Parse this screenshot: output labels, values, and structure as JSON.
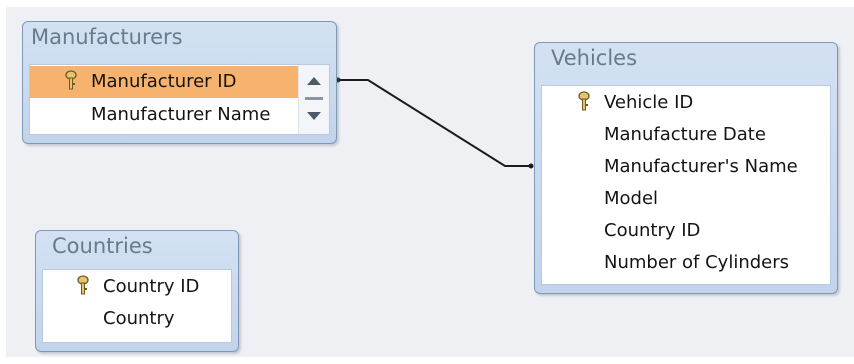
{
  "tables": {
    "manufacturers": {
      "title": "Manufacturers",
      "fields": [
        {
          "label": "Manufacturer ID",
          "primary_key": true,
          "selected": true
        },
        {
          "label": "Manufacturer Name",
          "primary_key": false,
          "selected": false
        }
      ]
    },
    "vehicles": {
      "title": "Vehicles",
      "fields": [
        {
          "label": "Vehicle ID",
          "primary_key": true
        },
        {
          "label": "Manufacture Date",
          "primary_key": false
        },
        {
          "label": "Manufacturer's Name",
          "primary_key": false
        },
        {
          "label": "Model",
          "primary_key": false
        },
        {
          "label": "Country ID",
          "primary_key": false
        },
        {
          "label": "Number of Cylinders",
          "primary_key": false
        }
      ]
    },
    "countries": {
      "title": "Countries",
      "fields": [
        {
          "label": "Country ID",
          "primary_key": true
        },
        {
          "label": "Country",
          "primary_key": false
        }
      ]
    }
  },
  "colors": {
    "selected_row": "#f7b26d",
    "title_bar": "#c9d9ee",
    "title_text": "#6a7a8e",
    "relationship_line": "#1b1b1b"
  },
  "icons": [
    "key-icon",
    "scroll-up-arrow-icon",
    "scroll-down-arrow-icon"
  ]
}
